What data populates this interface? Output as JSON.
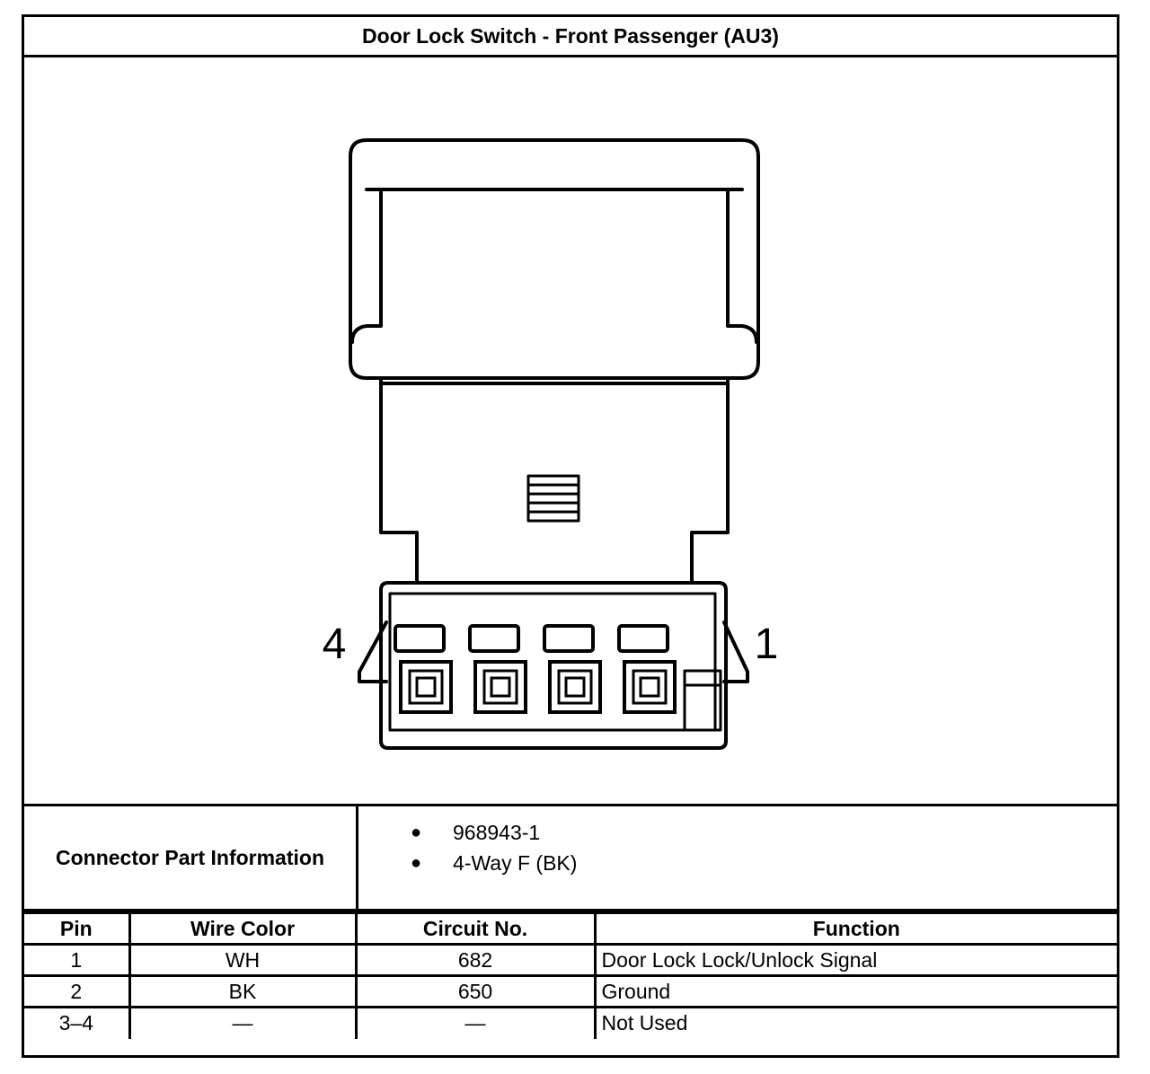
{
  "title": "Door Lock Switch - Front Passenger (AU3)",
  "diagram": {
    "pin_label_left": "4",
    "pin_label_right": "1"
  },
  "connector_info": {
    "label": "Connector Part Information",
    "items": [
      "968943-1",
      "4-Way F (BK)"
    ]
  },
  "pin_table": {
    "headers": {
      "pin": "Pin",
      "wire_color": "Wire Color",
      "circuit": "Circuit No.",
      "function": "Function"
    },
    "rows": [
      {
        "pin": "1",
        "wire_color": "WH",
        "circuit": "682",
        "function": "Door Lock Lock/Unlock Signal"
      },
      {
        "pin": "2",
        "wire_color": "BK",
        "circuit": "650",
        "function": "Ground"
      },
      {
        "pin": "3–4",
        "wire_color": "—",
        "circuit": "—",
        "function": "Not Used"
      }
    ]
  }
}
